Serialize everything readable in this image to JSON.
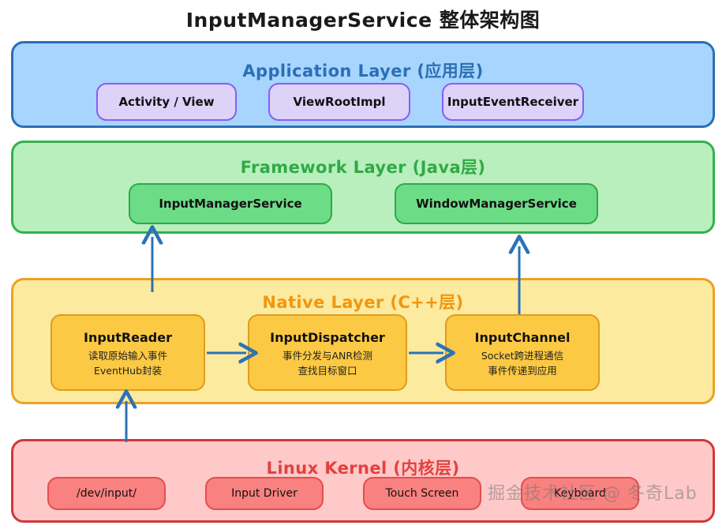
{
  "title": "InputManagerService 整体架构图",
  "colors": {
    "app_band_fill": "#a8d5fe",
    "app_band_border": "#2a6fb5",
    "app_node_fill": "#ddd2f8",
    "app_node_border": "#8b5cf6",
    "framework_band_fill": "#b8efbd",
    "framework_band_border": "#33b24a",
    "framework_node_fill": "#6ddc86",
    "native_band_fill": "#fcea9f",
    "native_band_border": "#eba221",
    "native_node_fill": "#fcc944",
    "kernel_band_fill": "#ffc9c9",
    "kernel_band_border": "#d0393b",
    "kernel_node_fill": "#f9817f",
    "arrow": "#2c72b8"
  },
  "layers": [
    {
      "id": "application",
      "title": "Application Layer (应用层)",
      "nodes": [
        {
          "title": "Activity / View"
        },
        {
          "title": "ViewRootImpl"
        },
        {
          "title": "InputEventReceiver"
        }
      ]
    },
    {
      "id": "framework",
      "title": "Framework Layer (Java层)",
      "nodes": [
        {
          "title": "InputManagerService"
        },
        {
          "title": "WindowManagerService"
        }
      ]
    },
    {
      "id": "native",
      "title": "Native Layer (C++层)",
      "nodes": [
        {
          "title": "InputReader",
          "desc1": "读取原始输入事件",
          "desc2": "EventHub封装"
        },
        {
          "title": "InputDispatcher",
          "desc1": "事件分发与ANR检测",
          "desc2": "查找目标窗口"
        },
        {
          "title": "InputChannel",
          "desc1": "Socket跨进程通信",
          "desc2": "事件传递到应用"
        }
      ]
    },
    {
      "id": "kernel",
      "title": "Linux Kernel (内核层)",
      "nodes": [
        {
          "title": "/dev/input/"
        },
        {
          "title": "Input Driver"
        },
        {
          "title": "Touch Screen"
        },
        {
          "title": "Keyboard"
        }
      ]
    }
  ],
  "arrows": [
    {
      "name": "inputreader-to-inputmanagerservice",
      "direction": "up"
    },
    {
      "name": "inputchannel-to-windowmanagerservice",
      "direction": "up"
    },
    {
      "name": "kernel-to-inputreader",
      "direction": "up"
    },
    {
      "name": "inputreader-to-inputdispatcher",
      "direction": "right"
    },
    {
      "name": "inputdispatcher-to-inputchannel",
      "direction": "right"
    }
  ],
  "watermark": "掘金技术社区 @ 冬奇Lab"
}
